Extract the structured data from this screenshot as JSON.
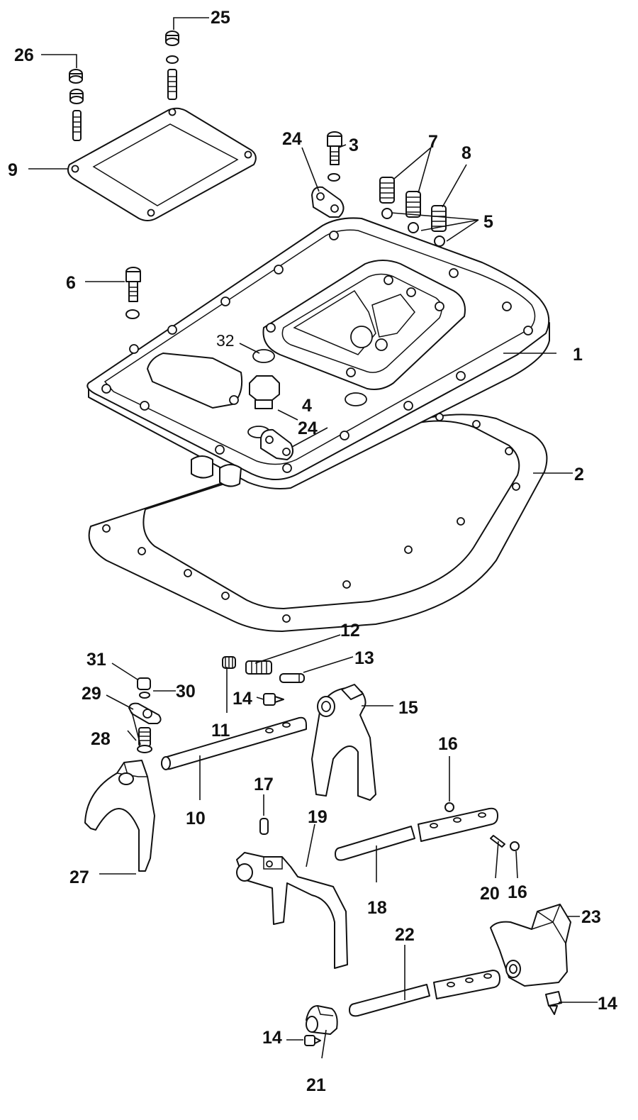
{
  "diagram": {
    "callouts": [
      {
        "id": "c1",
        "text": "1"
      },
      {
        "id": "c2",
        "text": "2"
      },
      {
        "id": "c3",
        "text": "3"
      },
      {
        "id": "c4",
        "text": "4"
      },
      {
        "id": "c5",
        "text": "5"
      },
      {
        "id": "c6",
        "text": "6"
      },
      {
        "id": "c7",
        "text": "7"
      },
      {
        "id": "c8",
        "text": "8"
      },
      {
        "id": "c9",
        "text": "9"
      },
      {
        "id": "c10",
        "text": "10"
      },
      {
        "id": "c11",
        "text": "11"
      },
      {
        "id": "c12",
        "text": "12"
      },
      {
        "id": "c13",
        "text": "13"
      },
      {
        "id": "c14a",
        "text": "14"
      },
      {
        "id": "c14b",
        "text": "14"
      },
      {
        "id": "c14c",
        "text": "14"
      },
      {
        "id": "c15",
        "text": "15"
      },
      {
        "id": "c16a",
        "text": "16"
      },
      {
        "id": "c16b",
        "text": "16"
      },
      {
        "id": "c17",
        "text": "17"
      },
      {
        "id": "c18",
        "text": "18"
      },
      {
        "id": "c19",
        "text": "19"
      },
      {
        "id": "c20",
        "text": "20"
      },
      {
        "id": "c21",
        "text": "21"
      },
      {
        "id": "c22",
        "text": "22"
      },
      {
        "id": "c23",
        "text": "23"
      },
      {
        "id": "c24a",
        "text": "24"
      },
      {
        "id": "c24b",
        "text": "24"
      },
      {
        "id": "c25",
        "text": "25"
      },
      {
        "id": "c26",
        "text": "26"
      },
      {
        "id": "c27",
        "text": "27"
      },
      {
        "id": "c28",
        "text": "28"
      },
      {
        "id": "c29",
        "text": "29"
      },
      {
        "id": "c30",
        "text": "30"
      },
      {
        "id": "c31",
        "text": "31"
      },
      {
        "id": "c32",
        "text": "32"
      }
    ]
  }
}
